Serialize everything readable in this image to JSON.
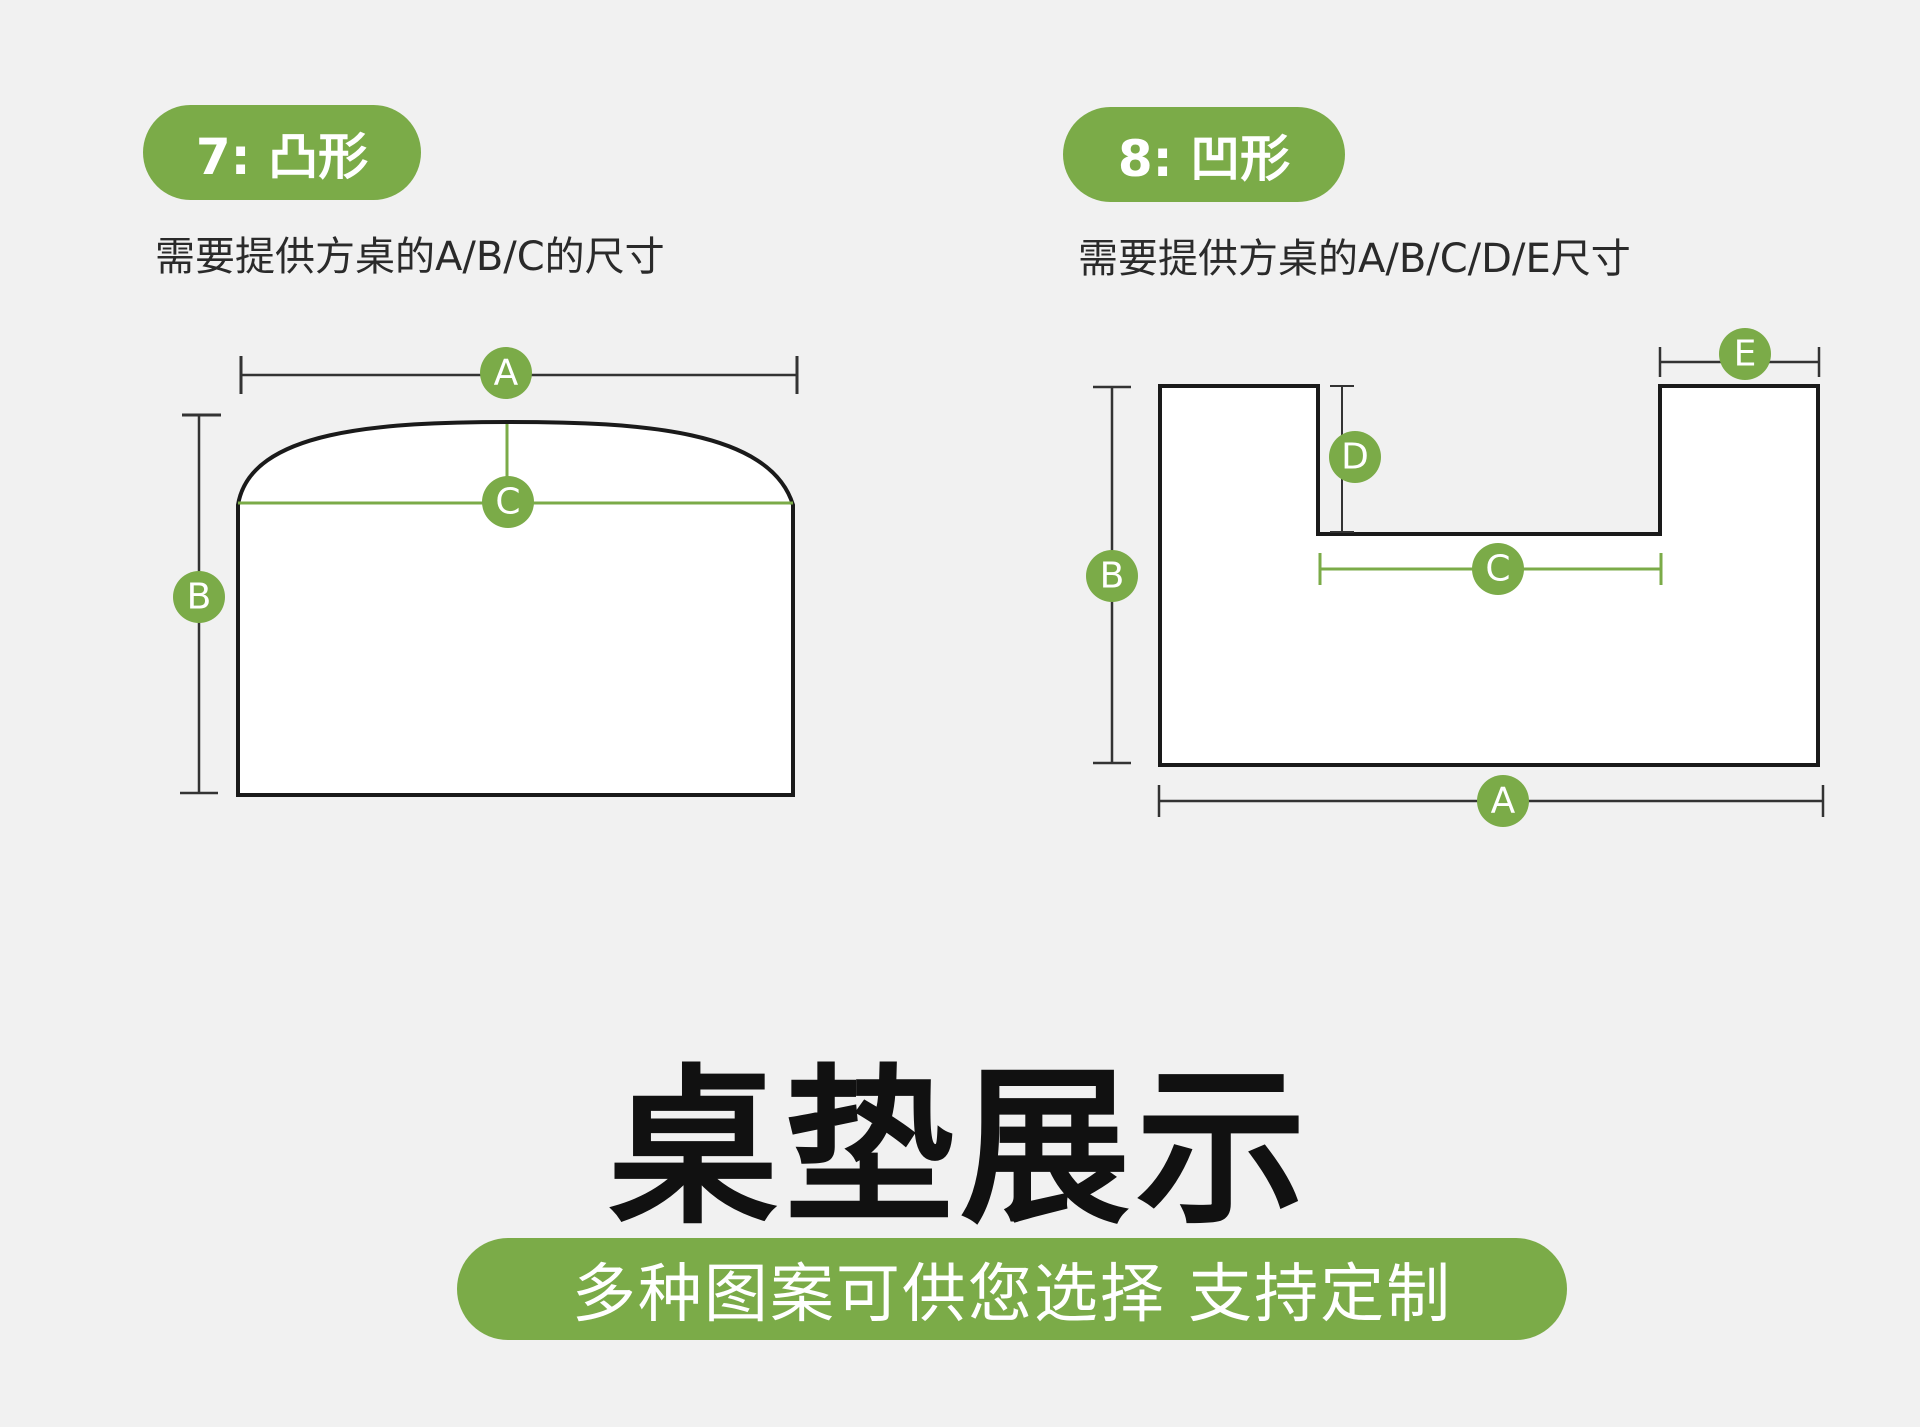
{
  "accent_color": "#7bab48",
  "shape_7": {
    "label": "7: 凸形",
    "instruction": "需要提供方桌的A/B/C的尺寸",
    "dimensions": [
      "A",
      "B",
      "C"
    ]
  },
  "shape_8": {
    "label": "8: 凹形",
    "instruction": "需要提供方桌的A/B/C/D/E尺寸",
    "dimensions": [
      "A",
      "B",
      "C",
      "D",
      "E"
    ]
  },
  "section": {
    "title": "桌垫展示",
    "subtitle": "多种图案可供您选择 支持定制"
  }
}
